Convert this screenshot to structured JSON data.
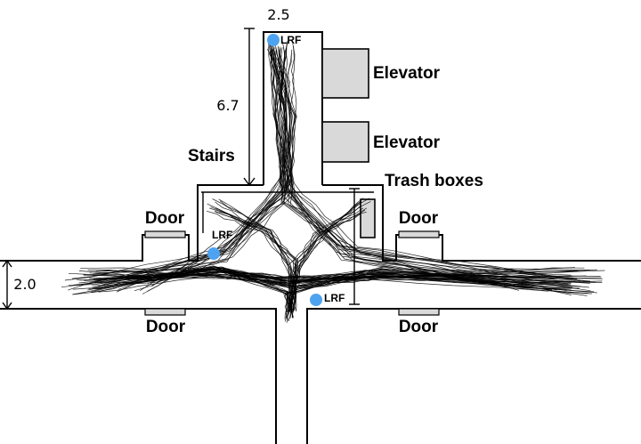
{
  "labels": {
    "elevator_top": "Elevator",
    "elevator_bottom": "Elevator",
    "stairs": "Stairs",
    "trash_boxes": "Trash boxes",
    "door_upper_left": "Door",
    "door_upper_right": "Door",
    "door_lower_left": "Door",
    "door_lower_right": "Door",
    "lrf_left": "LRF",
    "lrf_right": "LRF",
    "lrf_top": "LRF"
  },
  "dimensions": {
    "corridor_top_width": "2.5",
    "corridor_top_length": "6.7",
    "corridor_main_width": "2.0"
  },
  "colors": {
    "lrf_marker": "#4da3f0",
    "box_fill": "#d9d9d9",
    "trajectory": "#000000"
  }
}
